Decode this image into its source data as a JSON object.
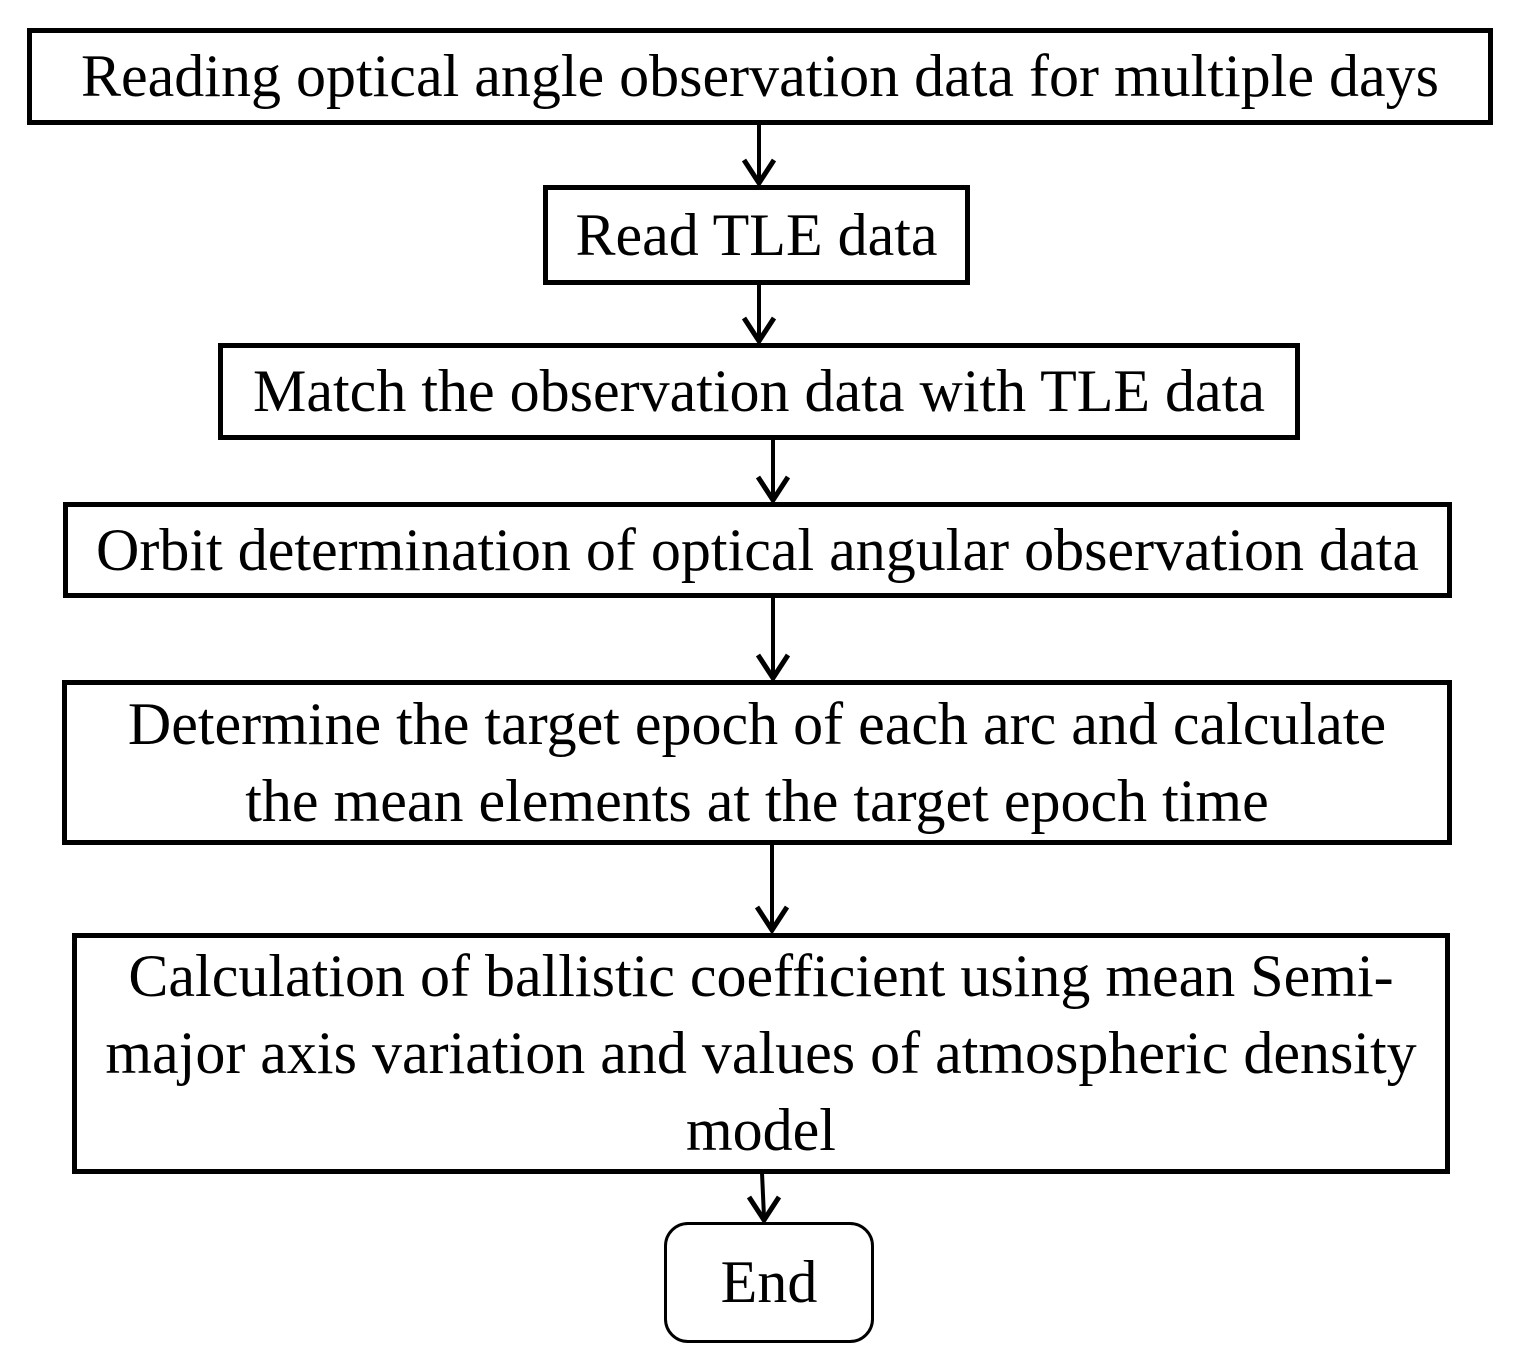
{
  "diagram": {
    "type": "flowchart",
    "background_color": "#ffffff",
    "node_fill_color": "#ffffff",
    "node_border_color": "#000000",
    "text_color": "#000000",
    "nodes": [
      {
        "id": "read-observation",
        "shape": "rectangle",
        "label": "Reading optical angle observation data for multiple days",
        "lines": [
          "Reading optical angle observation data for multiple days"
        ]
      },
      {
        "id": "read-tle",
        "shape": "rectangle",
        "label": "Read TLE data",
        "lines": [
          "Read TLE data"
        ]
      },
      {
        "id": "match-data",
        "shape": "rectangle",
        "label": "Match the observation data with TLE data",
        "lines": [
          "Match the observation data with TLE data"
        ]
      },
      {
        "id": "orbit-determination",
        "shape": "rectangle",
        "label": "Orbit determination of optical angular observation data",
        "lines": [
          "Orbit determination of optical angular observation data"
        ]
      },
      {
        "id": "target-epoch",
        "shape": "rectangle",
        "label": "Determine the target epoch of each arc and calculate the mean elements at the target epoch time",
        "lines": [
          "Determine the target epoch of each arc and calculate",
          "the mean elements at the target epoch time"
        ]
      },
      {
        "id": "ballistic-coefficient",
        "shape": "rectangle",
        "label": "Calculation of ballistic coefficient using mean Semi-major axis variation and values of atmospheric density model",
        "lines": [
          "Calculation of ballistic coefficient using mean Semi-",
          "major axis variation and values of atmospheric density",
          "model"
        ]
      },
      {
        "id": "end",
        "shape": "rounded-rectangle",
        "label": "End",
        "lines": [
          "End"
        ]
      }
    ],
    "edges": [
      {
        "from": "read-observation",
        "to": "read-tle"
      },
      {
        "from": "read-tle",
        "to": "match-data"
      },
      {
        "from": "match-data",
        "to": "orbit-determination"
      },
      {
        "from": "orbit-determination",
        "to": "target-epoch"
      },
      {
        "from": "target-epoch",
        "to": "ballistic-coefficient"
      },
      {
        "from": "ballistic-coefficient",
        "to": "end"
      }
    ]
  }
}
